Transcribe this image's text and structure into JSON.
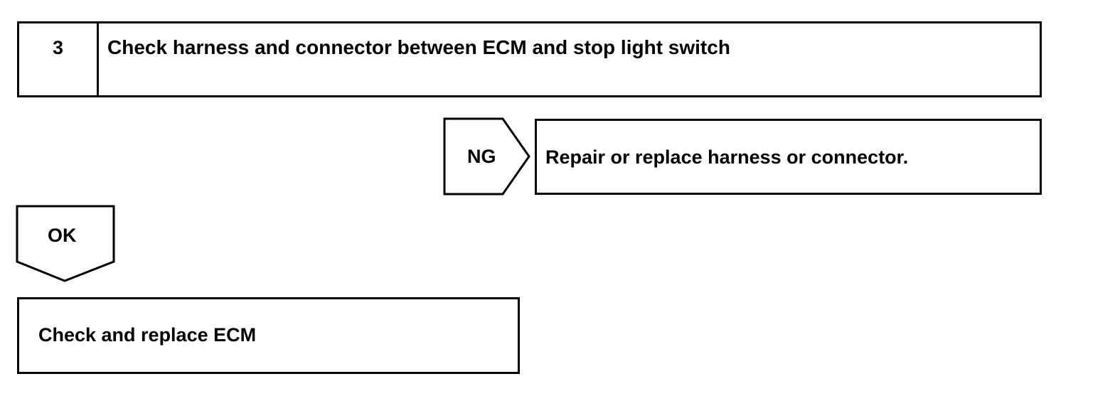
{
  "step": {
    "number": "3",
    "title": "Check harness and connector between ECM and stop light switch"
  },
  "ng_branch": {
    "label": "NG",
    "action": "Repair or replace harness or connector."
  },
  "ok_branch": {
    "label": "OK",
    "action": "Check and replace ECM"
  },
  "colors": {
    "line": "#000000",
    "background": "#ffffff"
  }
}
